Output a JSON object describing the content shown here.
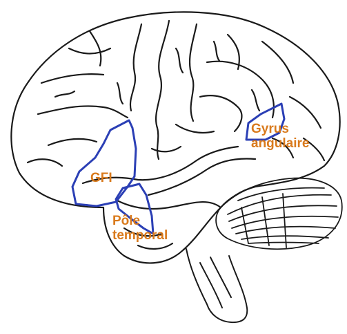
{
  "labels": {
    "gfi": "GFI",
    "pole_line1": "Pôle",
    "pole_line2": "temporal",
    "gyrus_line1": "Gyrus",
    "gyrus_line2": "angulaire"
  },
  "colors": {
    "label": "#d97a1c",
    "region_outline": "#2b3fb5",
    "drawing": "#1a1a1a",
    "background": "#ffffff"
  }
}
